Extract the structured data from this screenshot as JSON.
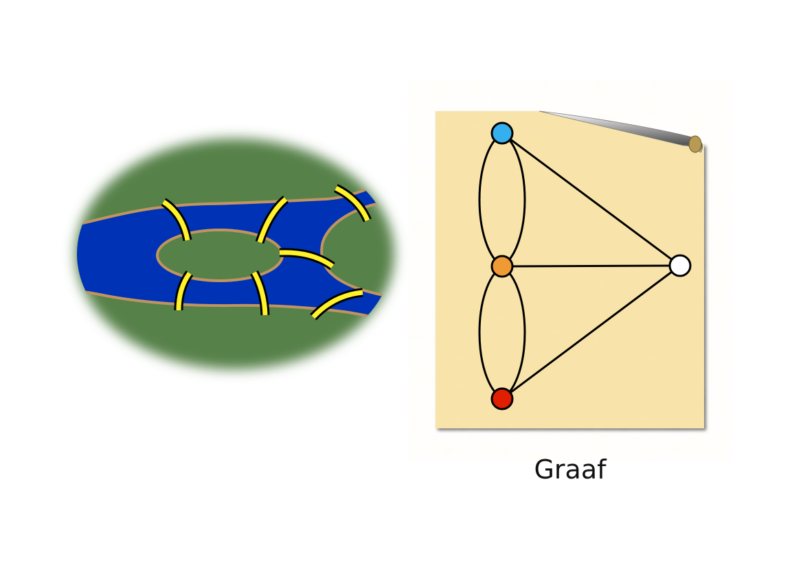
{
  "caption": "Graaf",
  "colors": {
    "land": "#568149",
    "river": "#0032b5",
    "bank": "#c09460",
    "bridge": "#fff12a",
    "paper": "#f8e3a8",
    "node_top": "#35b0ee",
    "node_middle": "#f09a35",
    "node_bottom": "#e01e00",
    "node_right": "#ffffff"
  },
  "graph": {
    "nodes": [
      "top",
      "middle",
      "bottom",
      "right"
    ],
    "edges": [
      [
        "top",
        "middle"
      ],
      [
        "top",
        "middle"
      ],
      [
        "middle",
        "bottom"
      ],
      [
        "middle",
        "bottom"
      ],
      [
        "top",
        "right"
      ],
      [
        "middle",
        "right"
      ],
      [
        "bottom",
        "right"
      ]
    ]
  }
}
